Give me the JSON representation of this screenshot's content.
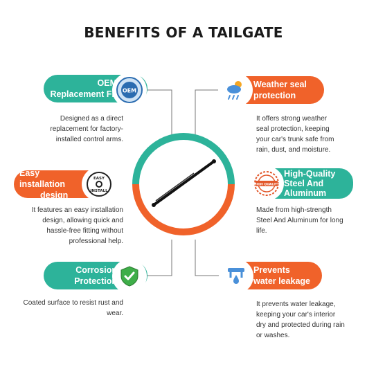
{
  "title": "BENEFITS OF A TAILGATE",
  "benefits": [
    {
      "label_l1": "OEM",
      "label_l2": "Replacement Fit",
      "icon": "oem-seal-icon",
      "badge_text": "OEM",
      "desc": "Designed as a direct replacement for factory-installed control arms."
    },
    {
      "label_l1": "Weather seal",
      "label_l2": "protection",
      "icon": "weather-icon",
      "desc": "It offers strong weather seal protection, keeping your car's trunk safe from rain, dust, and moisture."
    },
    {
      "label_l1": "Easy installation",
      "label_l2": "design",
      "icon": "easy-install-icon",
      "badge_top": "EASY",
      "badge_bottom": "INSTALL",
      "desc": "It features an easy installation design, allowing quick and hassle-free fitting without professional help."
    },
    {
      "label_l1": "High-Quality",
      "label_l2": "Steel And",
      "label_l3": "Aluminum",
      "icon": "high-quality-stamp-icon",
      "badge_text": "HIGH QUALITY",
      "desc": "Made from high-strength Steel And Aluminum for long life."
    },
    {
      "label_l1": "Corrosion",
      "label_l2": "Protection",
      "icon": "shield-check-icon",
      "desc": "Coated surface to resist rust and wear."
    },
    {
      "label_l1": "Prevents",
      "label_l2": "water leakage",
      "icon": "water-drop-icon",
      "desc": "It prevents water leakage, keeping your car's interior dry and protected during rain or washes."
    }
  ],
  "colors": {
    "teal": "#2db39a",
    "orange": "#f0622a"
  },
  "center_image": "gas-strut-product"
}
